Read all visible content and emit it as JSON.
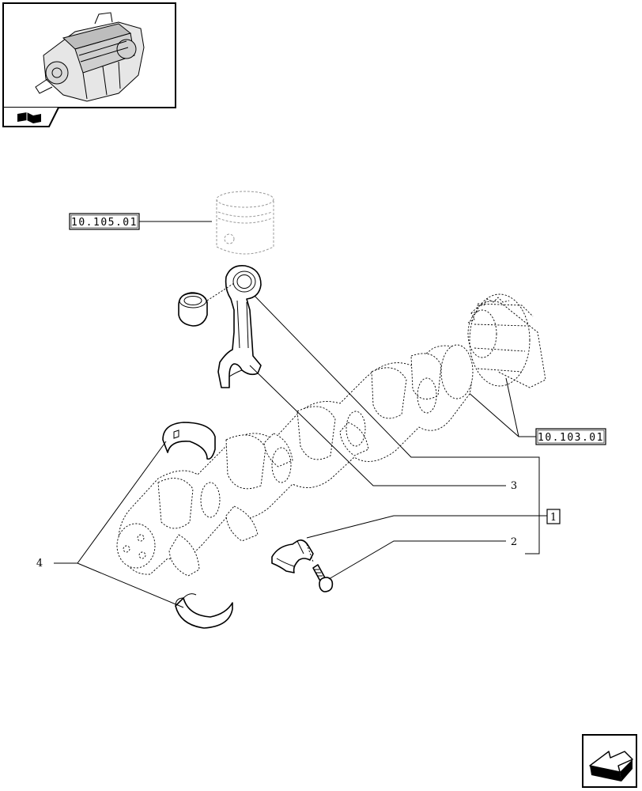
{
  "references": {
    "piston": "10.105.01",
    "gear": "10.103.01"
  },
  "callouts": {
    "item_1": "1",
    "item_2": "2",
    "item_3": "3",
    "item_4": "4"
  },
  "icons": {
    "thumbnail": "engine-thumbnail-icon",
    "tab": "book-hand-icon",
    "nav": "previous-page-arrow-icon"
  }
}
